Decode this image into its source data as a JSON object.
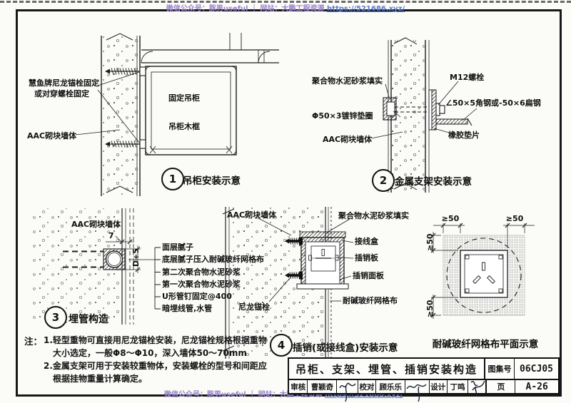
{
  "watermark": {
    "prefix": "微信公众号：豚男useful ｜ 网站：大鹏工程资源 ",
    "url": "https://521686.xyz/"
  },
  "details": {
    "d1": {
      "number": "1",
      "caption": "吊柜安装示意",
      "labels": {
        "anchor_line1": "慧鱼牌尼龙锚栓固定",
        "anchor_line2": "或对穿螺栓固定",
        "wall": "AAC砌块墙体",
        "cabinet": "固定吊柜",
        "frame": "吊柜木框"
      }
    },
    "d2": {
      "number": "2",
      "caption": "金属支架安装示意",
      "labels": {
        "mortar": "聚合物水泥砂浆填实",
        "washer": "Φ50×3镀锌垫圈",
        "wall": "AAC砌块墙体",
        "bolt": "M12螺栓",
        "angle": "∠50×5角钢或-50×6扁钢",
        "rubber": "橡胶垫片"
      }
    },
    "d3": {
      "number": "3",
      "caption": "埋管构造",
      "labels": {
        "wall": "AAC砌块墙体",
        "dim_thickness": "7",
        "dim_depth": "D+5",
        "items": [
          "面层腻子",
          "底层腻子压入耐碱玻纤网格布",
          "第二次聚合物水泥砂浆",
          "第一次聚合物水泥砂浆",
          "U形管钉固定@400",
          "暗埋线管,水管"
        ]
      }
    },
    "d4": {
      "number": "4",
      "caption": "插销(或接线盒)安装示意",
      "labels": {
        "wall": "AAC砌块墙体",
        "mortar": "聚合物水泥砂浆填实",
        "box": "接线盒",
        "plate": "插销板",
        "panel": "插销面板",
        "mesh": "耐碱玻纤网格布",
        "anchor": "尼龙锚栓"
      }
    },
    "mesh_plan": {
      "caption": "耐碱玻纤网格布平面示意",
      "dims": {
        "top_left": "≥50",
        "top_right": "≥50",
        "left_top": "≥50",
        "left_bottom": "≥50"
      }
    }
  },
  "notes": {
    "label": "注：",
    "lines": [
      "1.轻型重物可直接用尼龙锚栓安装，尼龙锚栓规格根据重物",
      "大小选定，一般Φ8～Φ10，深入墙体50～70mm",
      "2.金属支架可用于安装较重物体，安装螺栓的型号和间距应",
      "根据挂物重量计算确定。"
    ]
  },
  "titleblock": {
    "title": "吊柜、支架、埋管、插销安装构造",
    "atlas_label": "图集号",
    "atlas_no": "06CJ05",
    "page_label": "页",
    "page_no": "A-26",
    "reviewer_label": "审核",
    "reviewer_name": "曹颖奇",
    "checker_label": "校对",
    "checker_name": "顾乐乐",
    "designer_label": "设计",
    "designer_name": "丁鸣"
  }
}
